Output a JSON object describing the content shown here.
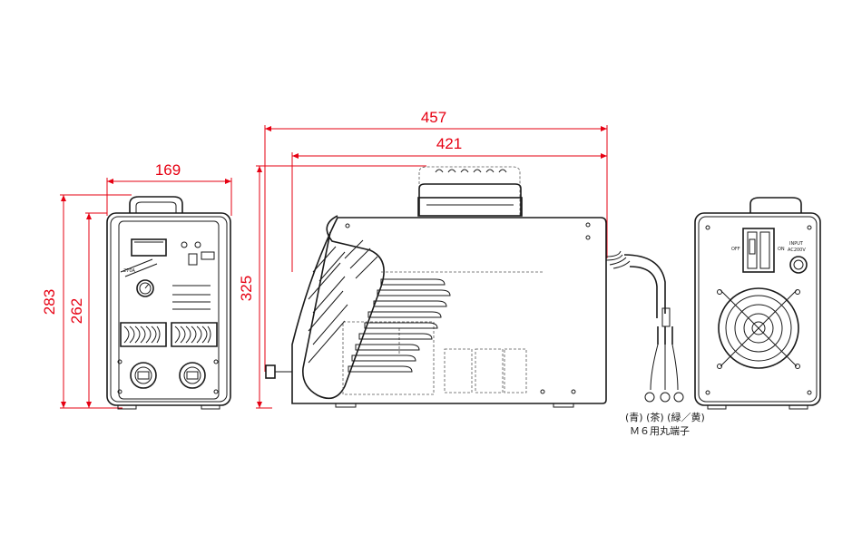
{
  "dimensions": {
    "front_width": "169",
    "front_height_total": "283",
    "front_height_body": "262",
    "side_height": "325",
    "side_length_total": "457",
    "side_length_body": "421"
  },
  "cable_note": {
    "colors": "(青) (茶) (緑／黄)",
    "terminal": "Ｍ６用丸端子"
  },
  "rear_panel": {
    "switch_off": "OFF",
    "switch_on": "ON",
    "input_label": "INPUT",
    "input_voltage": "AC200V"
  },
  "colors": {
    "dimension": "#e60012",
    "drawing": "#1a1a1a"
  }
}
